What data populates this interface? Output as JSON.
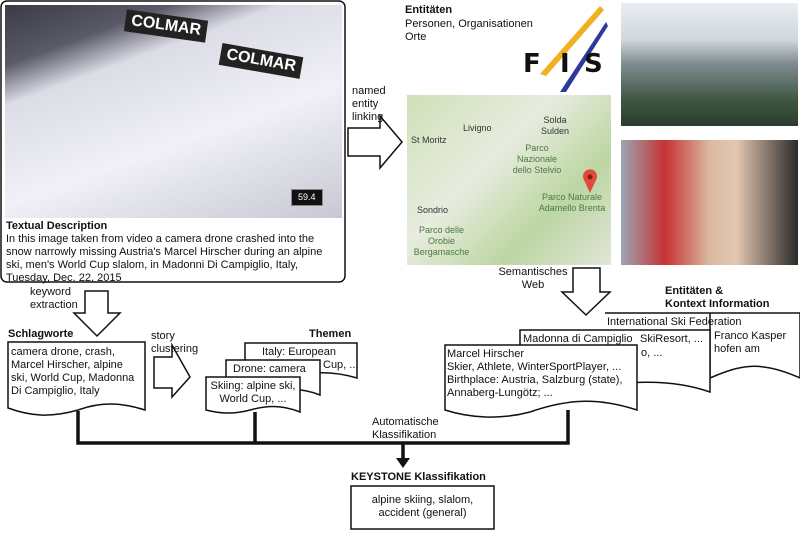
{
  "video": {
    "score": "59.4",
    "banner": "COLMAR",
    "desc_title": "Textual Description",
    "desc_lines": [
      "In this image taken from video a camera drone crashed into the",
      "snow narrowly missing Austria's Marcel Hirscher during an alpine",
      "ski, men's World Cup slalom, in Madonni Di Campiglio, Italy,",
      "Tuesday, Dec. 22, 2015"
    ]
  },
  "nel": {
    "lines": [
      "named",
      "entity",
      "linking"
    ]
  },
  "entities": {
    "title": "Entitäten",
    "line1": "Personen, Organisationen",
    "line2": "Orte",
    "logo": "FIS"
  },
  "map": {
    "labels": [
      "St Moritz",
      "Livigno",
      "Solda Sulden",
      "Parco Nazionale dello Stelvio",
      "Sondrio",
      "Parco Naturale Adamello Brenta",
      "Parco delle Orobie Bergamasche"
    ]
  },
  "semweb": {
    "lines": [
      "Semantisches",
      "Web"
    ]
  },
  "context": {
    "title1": "Entitäten &",
    "title2": "Kontext Information",
    "doc3": [
      "International Ski Federation",
      "Franco Kasper",
      "hofen am"
    ],
    "doc2": [
      "Madonna di Campiglio",
      "SkiResort, ...",
      "o, ..."
    ],
    "doc1": [
      "Marcel Hirscher",
      "Skier, Athlete, WinterSportPlayer, ...",
      "Birthplace: Austria, Salzburg (state),",
      "Annaberg-Lungötz; ..."
    ]
  },
  "keyword": {
    "lines": [
      "keyword",
      "extraction"
    ]
  },
  "schlagworte": {
    "title": "Schlagworte",
    "lines": [
      "camera drone, crash,",
      "Marcel Hirscher, alpine",
      "ski, World Cup, Madonna",
      "Di Campiglio, Italy"
    ]
  },
  "story": {
    "lines": [
      "story",
      "clustering"
    ]
  },
  "themen": {
    "title": "Themen",
    "doc3": [
      "Italy: European",
      "Cup, ..."
    ],
    "doc2": [
      "Drone: camera"
    ],
    "doc1": [
      "Skiing: alpine ski,",
      "World Cup, ..."
    ]
  },
  "auto": {
    "lines": [
      "Automatische",
      "Klassifikation"
    ]
  },
  "keystone": {
    "title": "KEYSTONE Klassifikation",
    "lines": [
      "alpine skiing, slalom,",
      "accident (general)"
    ]
  }
}
